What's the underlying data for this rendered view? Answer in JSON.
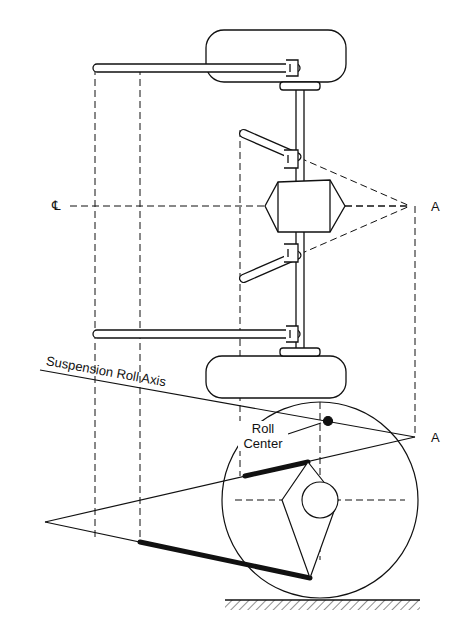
{
  "diagram": {
    "labels": [
      "℄",
      "A",
      "Suspension Roll Axis",
      "Roll Center",
      "A"
    ]
  }
}
